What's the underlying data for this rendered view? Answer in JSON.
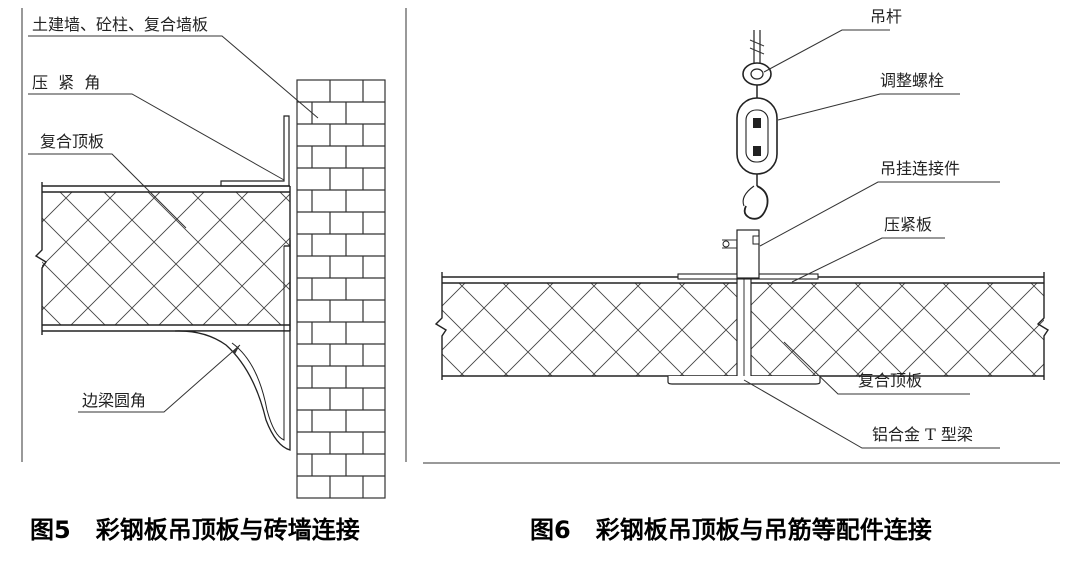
{
  "figure5": {
    "labels": {
      "wall": "土建墙、砼柱、复合墙板",
      "angle": "压  紧  角",
      "panel": "复合顶板",
      "fillet": "边梁圆角"
    },
    "caption": "图5   彩钢板吊顶板与砖墙连接"
  },
  "figure6": {
    "labels": {
      "rod": "吊杆",
      "bolt": "调整螺栓",
      "connector": "吊挂连接件",
      "plate": "压紧板",
      "panel": "复合顶板",
      "beam": "铝合金 T 型梁"
    },
    "caption": "图6   彩钢板吊顶板与吊筋等配件连接"
  }
}
